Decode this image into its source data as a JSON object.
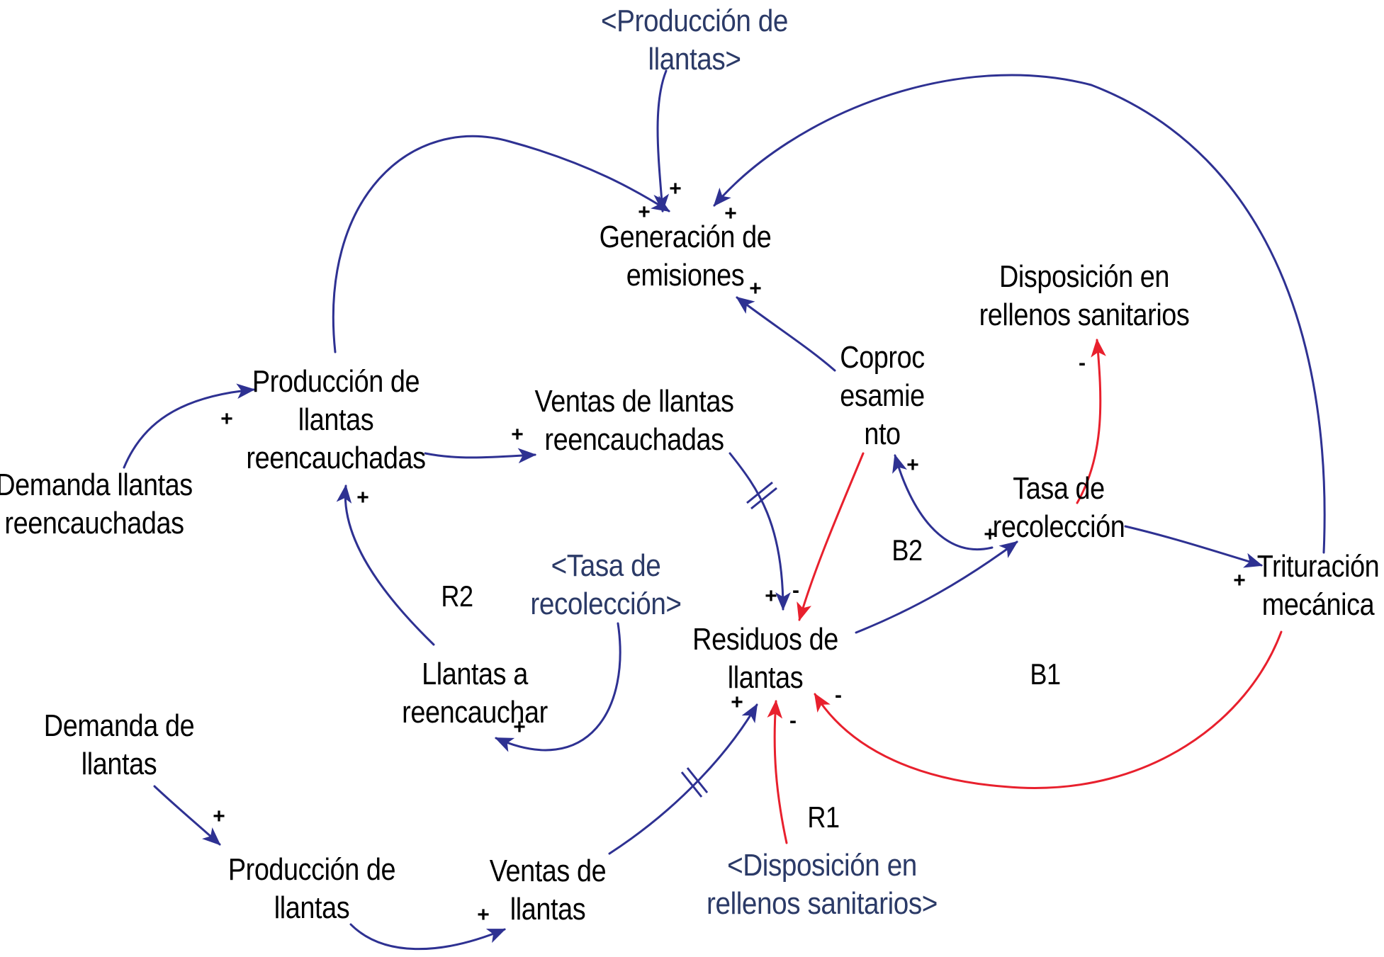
{
  "colors": {
    "positive_link": "#2e3192",
    "negative_link": "#e8202d",
    "text": "#000000",
    "shadow_text": "#2b3a67"
  },
  "variables": {
    "produccion_llantas_shadow": "<Producción de\nllantas>",
    "generacion_emisiones": "Generación de\nemisiones",
    "disposicion_rellenos": "Disposición en\nrellenos sanitarios",
    "coprocesamiento": "Coproc\nesamie\nnto",
    "produccion_reencauchadas": "Producción de\nllantas\nreencauchadas",
    "ventas_reencauchadas": "Ventas de llantas\nreencauchadas",
    "demanda_reencauchadas": "Demanda llantas\nreencauchadas",
    "tasa_recoleccion": "Tasa de\nrecolección",
    "tasa_recoleccion_shadow": "<Tasa de\nrecolección>",
    "trituracion": "Trituración\nmecánica",
    "residuos": "Residuos de\nllantas",
    "llantas_reencauchar": "Llantas a\nreencauchar",
    "demanda_llantas": "Demanda de\nllantas",
    "produccion_llantas": "Producción de\nllantas",
    "ventas_llantas": "Ventas de\nllantas",
    "disposicion_shadow": "<Disposición en\nrellenos sanitarios>"
  },
  "loops": {
    "r1": "R1",
    "r2": "R2",
    "b1": "B1",
    "b2": "B2"
  },
  "signs": {
    "plus": "+",
    "minus": "-"
  }
}
